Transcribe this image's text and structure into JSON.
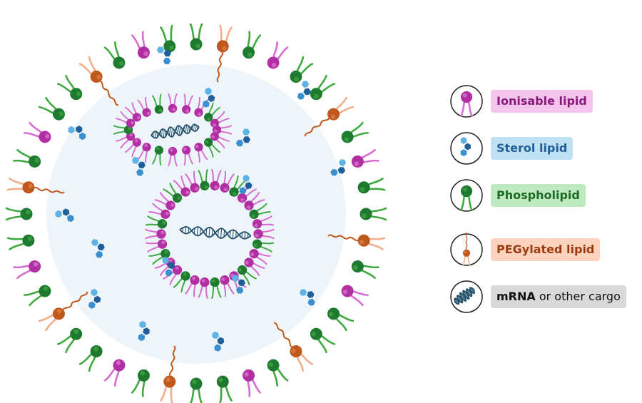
{
  "colors": {
    "ionisable": "#b22ea3",
    "sterol": "#2a78b8",
    "phospholipid": "#1e7a2e",
    "pegylated": "#c0581c",
    "mrna": "#23506a",
    "interior": "#eef5fa"
  },
  "legend": [
    {
      "key": "ionisable",
      "label": "Ionisable lipid",
      "icon": "ionisable-lipid-icon",
      "bg": "#f4c4ec",
      "fg": "#8a1b7c"
    },
    {
      "key": "sterol",
      "label": "Sterol lipid",
      "icon": "sterol-lipid-icon",
      "bg": "#bfe1f3",
      "fg": "#1f5f9a"
    },
    {
      "key": "phospholipid",
      "label": "Phospholipid",
      "icon": "phospholipid-icon",
      "bg": "#bfeabf",
      "fg": "#1d6b26"
    },
    {
      "key": "pegylated",
      "label": "PEGylated lipid",
      "icon": "pegylated-lipid-icon",
      "bg": "#fbd3bf",
      "fg": "#9a3b10"
    },
    {
      "key": "mrna",
      "label": "mRNA",
      "label_suffix": " or other cargo",
      "icon": "mrna-icon",
      "bg": "#d9d9d9",
      "fg": "#111111"
    }
  ]
}
